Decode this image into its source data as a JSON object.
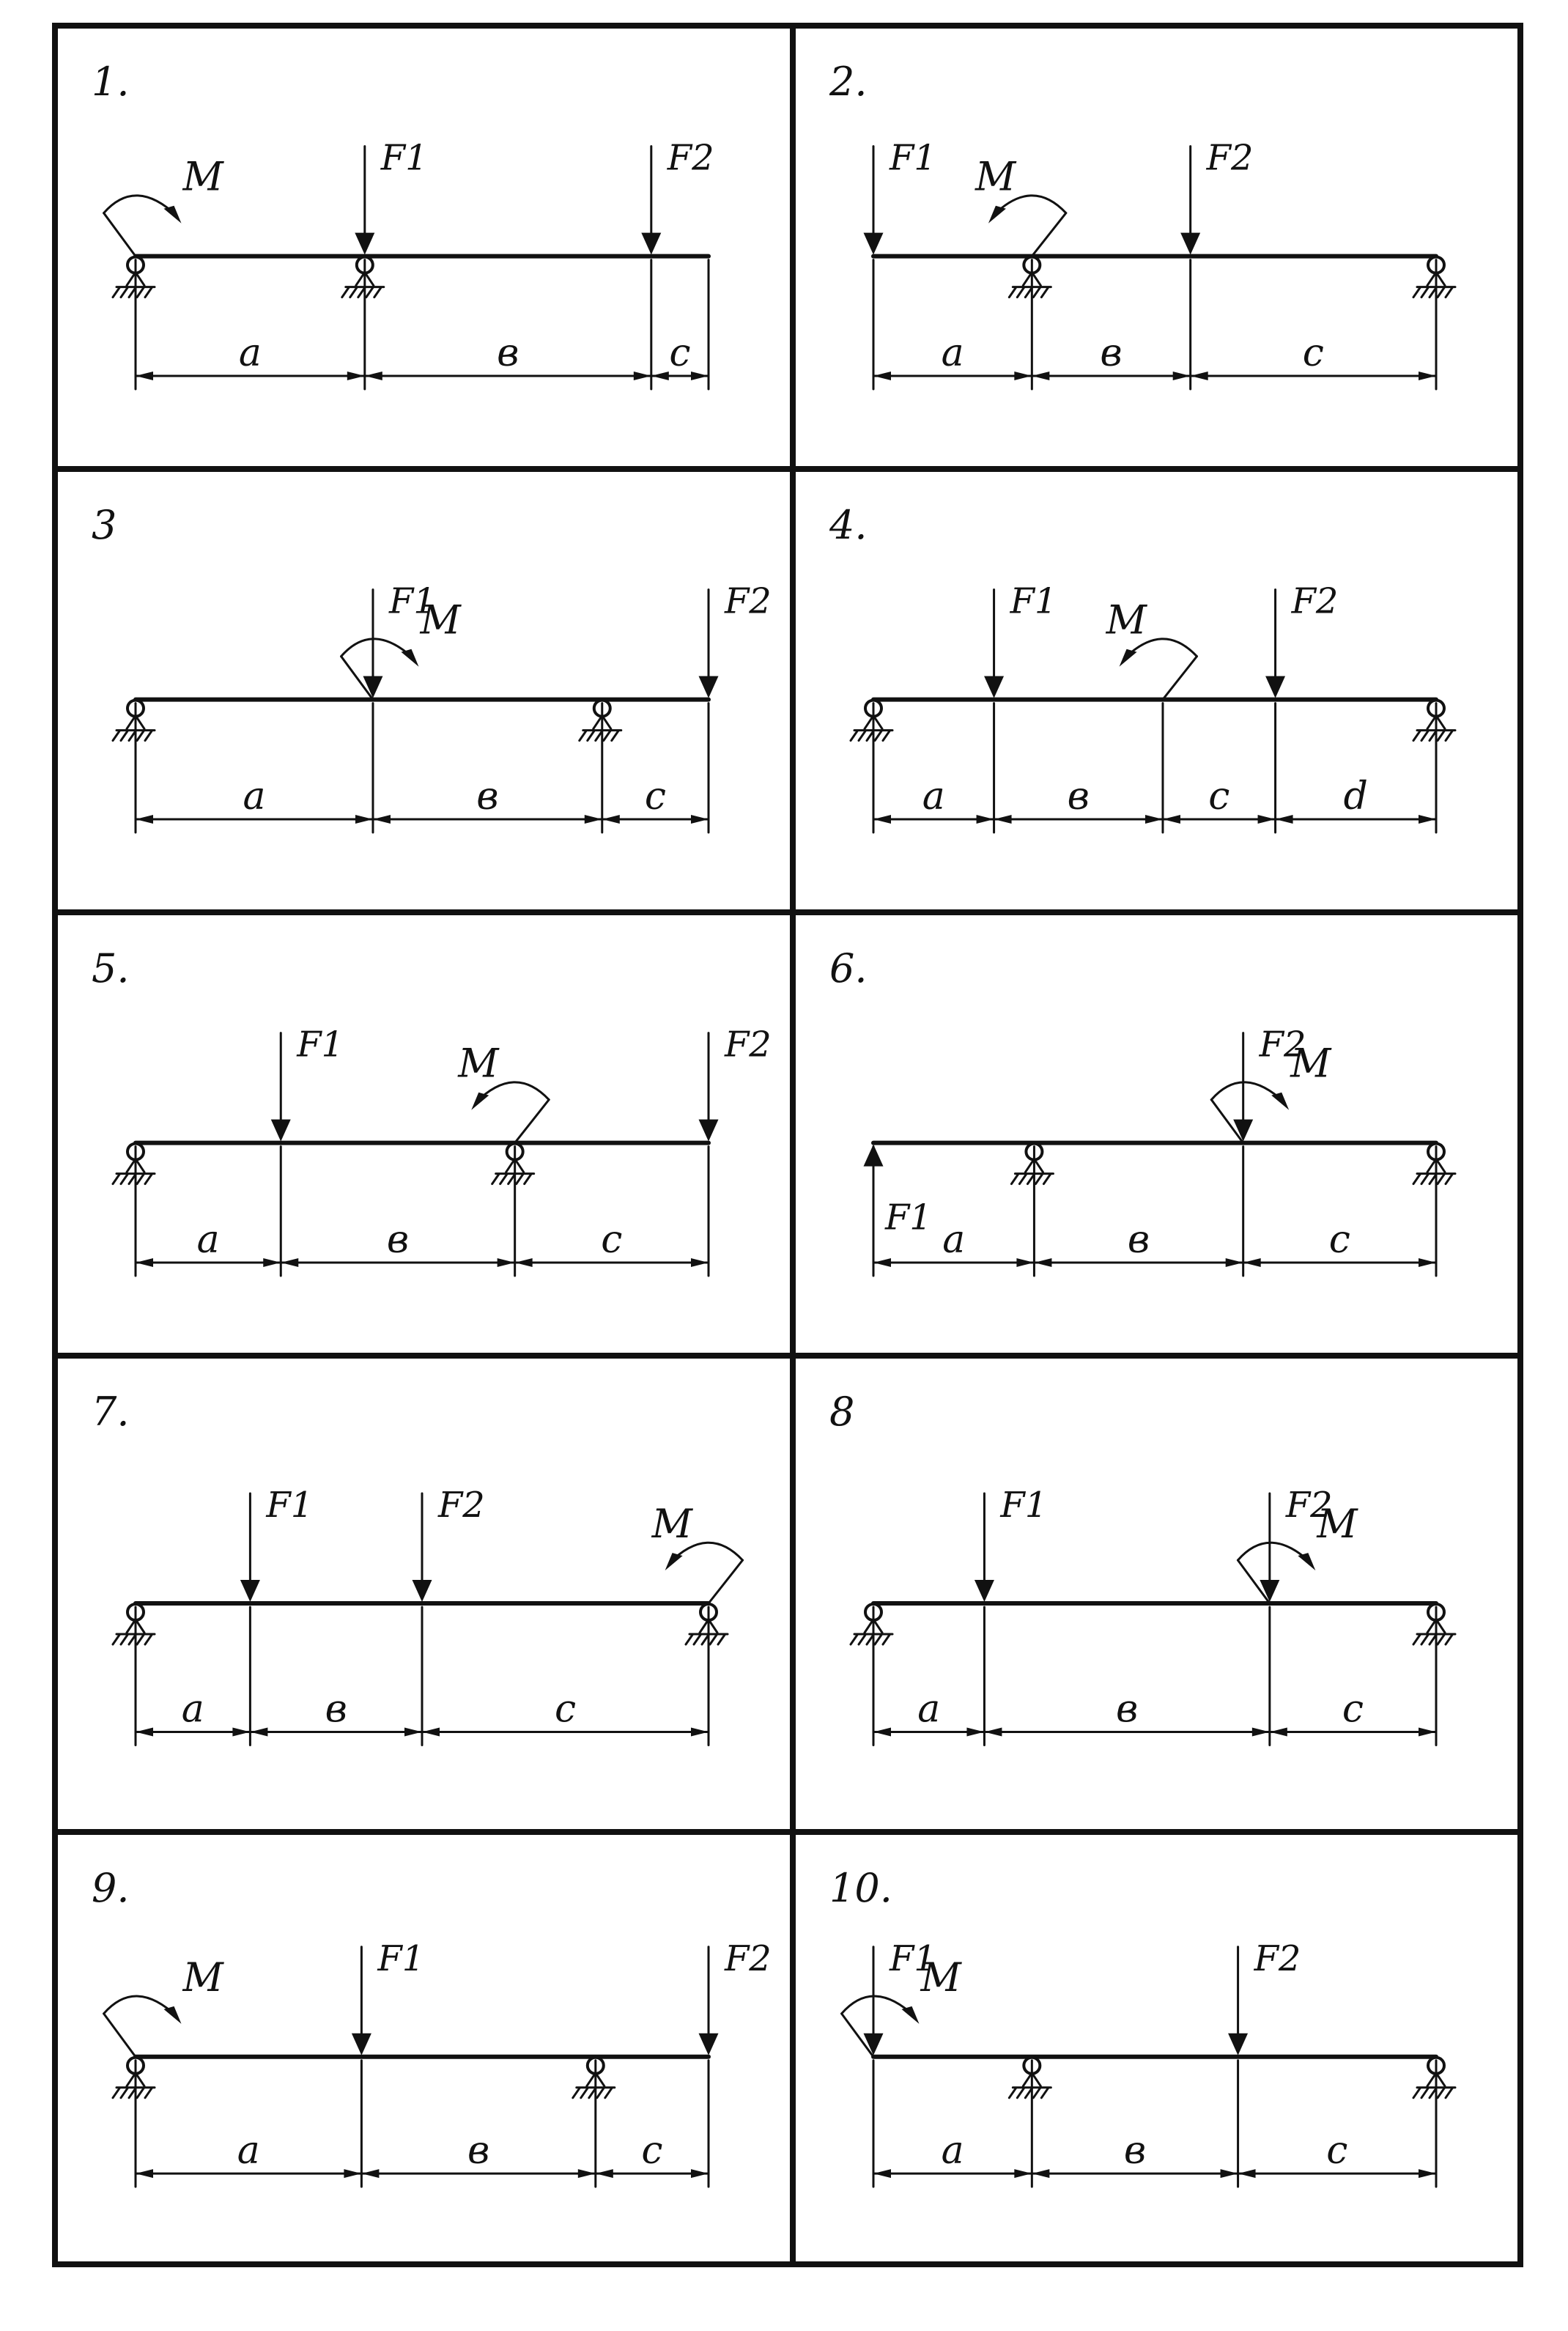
{
  "problems": [
    {
      "number": "1.",
      "supports": [
        0,
        1
      ],
      "segments": [
        "a",
        "в",
        "c"
      ],
      "segment_lengths": [
        14,
        17.5,
        3.5
      ],
      "forces": [
        {
          "label": "F1",
          "at": 1,
          "dir": "down"
        },
        {
          "label": "F2",
          "at": 2,
          "dir": "down"
        }
      ],
      "moments": [
        {
          "label": "M",
          "at": 0,
          "rotation": "cw"
        }
      ]
    },
    {
      "number": "2.",
      "supports": [
        1,
        3
      ],
      "segments": [
        "a",
        "в",
        "c"
      ],
      "segment_lengths": [
        10,
        10,
        15.5
      ],
      "forces": [
        {
          "label": "F1",
          "at": 0,
          "dir": "down"
        },
        {
          "label": "F2",
          "at": 2,
          "dir": "down"
        }
      ],
      "moments": [
        {
          "label": "M",
          "at": 1,
          "rotation": "ccw"
        }
      ]
    },
    {
      "number": "3",
      "supports": [
        0,
        2
      ],
      "segments": [
        "a",
        "в",
        "c"
      ],
      "segment_lengths": [
        14.5,
        14,
        6.5
      ],
      "forces": [
        {
          "label": "F1",
          "at": 1,
          "dir": "down"
        },
        {
          "label": "F2",
          "at": 3,
          "dir": "down"
        }
      ],
      "moments": [
        {
          "label": "M",
          "at": 1,
          "rotation": "cw"
        }
      ]
    },
    {
      "number": "4.",
      "supports": [
        0,
        4
      ],
      "segments": [
        "a",
        "в",
        "c",
        "d"
      ],
      "segment_lengths": [
        7.5,
        10.5,
        7,
        10
      ],
      "forces": [
        {
          "label": "F1",
          "at": 1,
          "dir": "down"
        },
        {
          "label": "F2",
          "at": 3,
          "dir": "down"
        }
      ],
      "moments": [
        {
          "label": "M",
          "at": 2,
          "rotation": "ccw"
        }
      ]
    },
    {
      "number": "5.",
      "supports": [
        0,
        2
      ],
      "segments": [
        "a",
        "в",
        "c"
      ],
      "segment_lengths": [
        9,
        14.5,
        12
      ],
      "forces": [
        {
          "label": "F1",
          "at": 1,
          "dir": "down"
        },
        {
          "label": "F2",
          "at": 3,
          "dir": "down"
        }
      ],
      "moments": [
        {
          "label": "M",
          "at": 2,
          "rotation": "ccw"
        }
      ]
    },
    {
      "number": "6.",
      "supports": [
        1,
        3
      ],
      "segments": [
        "a",
        "в",
        "c"
      ],
      "segment_lengths": [
        10,
        13,
        12
      ],
      "forces": [
        {
          "label": "F1",
          "at": 0,
          "dir": "up"
        },
        {
          "label": "F2",
          "at": 2,
          "dir": "down"
        }
      ],
      "moments": [
        {
          "label": "M",
          "at": 2,
          "rotation": "cw"
        }
      ]
    },
    {
      "number": "7.",
      "supports": [
        0,
        3
      ],
      "segments": [
        "a",
        "в",
        "c"
      ],
      "segment_lengths": [
        7,
        10.5,
        17.5
      ],
      "forces": [
        {
          "label": "F1",
          "at": 1,
          "dir": "down"
        },
        {
          "label": "F2",
          "at": 2,
          "dir": "down"
        }
      ],
      "moments": [
        {
          "label": "M",
          "at": 3,
          "rotation": "ccw"
        }
      ]
    },
    {
      "number": "8",
      "supports": [
        0,
        3
      ],
      "segments": [
        "a",
        "в",
        "c"
      ],
      "segment_lengths": [
        7,
        18,
        10.5
      ],
      "forces": [
        {
          "label": "F1",
          "at": 1,
          "dir": "down"
        },
        {
          "label": "F2",
          "at": 2,
          "dir": "down"
        }
      ],
      "moments": [
        {
          "label": "M",
          "at": 2,
          "rotation": "cw"
        }
      ]
    },
    {
      "number": "9.",
      "supports": [
        0,
        2
      ],
      "segments": [
        "a",
        "в",
        "c"
      ],
      "segment_lengths": [
        14,
        14.5,
        7
      ],
      "forces": [
        {
          "label": "F1",
          "at": 1,
          "dir": "down"
        },
        {
          "label": "F2",
          "at": 3,
          "dir": "down"
        }
      ],
      "moments": [
        {
          "label": "M",
          "at": 0,
          "rotation": "cw"
        }
      ]
    },
    {
      "number": "10.",
      "supports": [
        1,
        3
      ],
      "segments": [
        "a",
        "в",
        "c"
      ],
      "segment_lengths": [
        10,
        13,
        12.5
      ],
      "forces": [
        {
          "label": "F1",
          "at": 0,
          "dir": "down"
        },
        {
          "label": "F2",
          "at": 2,
          "dir": "down"
        }
      ],
      "moments": [
        {
          "label": "M",
          "at": 0,
          "rotation": "cw"
        }
      ]
    }
  ]
}
